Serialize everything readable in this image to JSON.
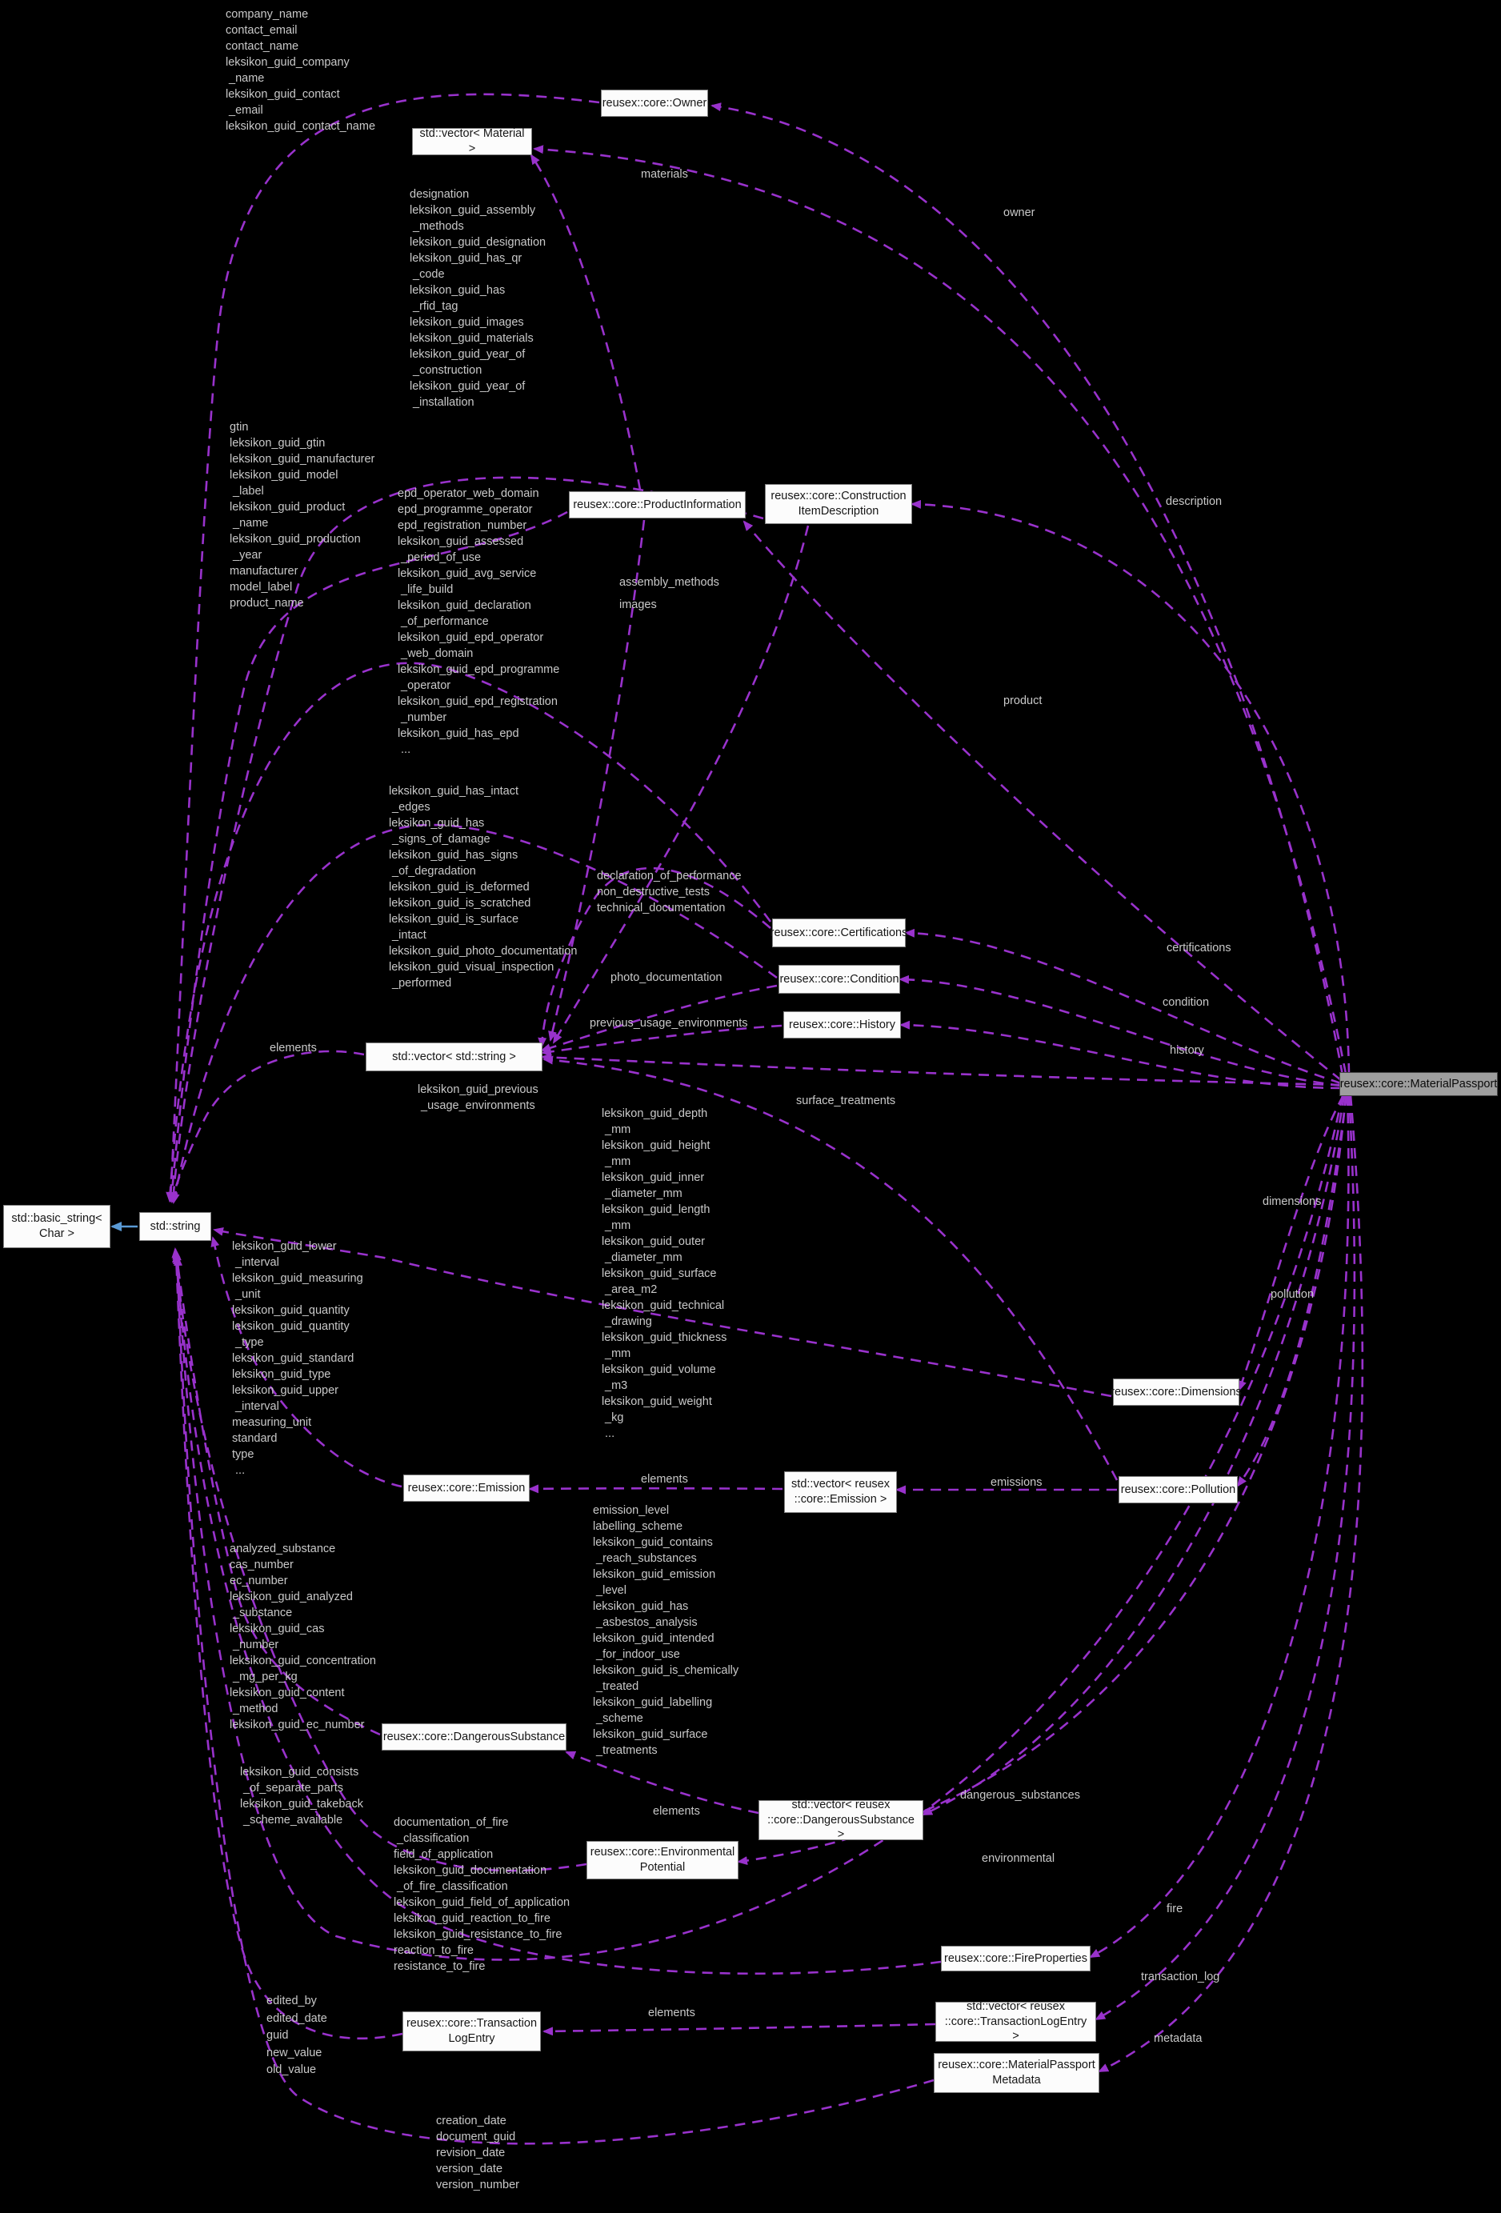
{
  "diagram": {
    "kind": "collaboration-graph",
    "colors": {
      "background": "#000000",
      "usage_edge": "#9932cc",
      "inheritance_edge": "#5a9ad5",
      "node_fill": "#fcfcfc",
      "main_node_fill": "#9e9e9e",
      "label_text": "#c9c9c9"
    },
    "nodes": {
      "material_passport": {
        "label": "reusex::core::MaterialPassport"
      },
      "owner": {
        "label": "reusex::core::Owner"
      },
      "vector_material": {
        "label": "std::vector< Material >"
      },
      "product_info": {
        "label": "reusex::core::ProductInformation"
      },
      "construction": {
        "label": "reusex::core::Construction\nItemDescription"
      },
      "certifications": {
        "label": "reusex::core::Certifications"
      },
      "condition": {
        "label": "reusex::core::Condition"
      },
      "history": {
        "label": "reusex::core::History"
      },
      "vector_string": {
        "label": "std::vector< std::string >"
      },
      "basic_string": {
        "label": "std::basic_string<\nChar >"
      },
      "std_string": {
        "label": "std::string"
      },
      "dimensions": {
        "label": "reusex::core::Dimensions"
      },
      "pollution": {
        "label": "reusex::core::Pollution"
      },
      "emission": {
        "label": "reusex::core::Emission"
      },
      "vector_emission": {
        "label": "std::vector< reusex\n::core::Emission >"
      },
      "dangerous": {
        "label": "reusex::core::DangerousSubstance"
      },
      "vector_dangerous": {
        "label": "std::vector< reusex\n::core::DangerousSubstance >"
      },
      "environmental": {
        "label": "reusex::core::Environmental\nPotential"
      },
      "fire_properties": {
        "label": "reusex::core::FireProperties"
      },
      "vector_translog": {
        "label": "std::vector< reusex\n::core::TransactionLogEntry >"
      },
      "translog": {
        "label": "reusex::core::Transaction\nLogEntry"
      },
      "metadata": {
        "label": "reusex::core::MaterialPassport\nMetadata"
      }
    },
    "edge_labels": {
      "members_owner": {
        "text": "company_name\ncontact_email\ncontact_name\nleksikon_guid_company\n _name\nleksikon_guid_contact\n _email\nleksikon_guid_contact_name"
      },
      "members_construction": {
        "text": "designation\nleksikon_guid_assembly\n _methods\nleksikon_guid_designation\nleksikon_guid_has_qr\n _code\nleksikon_guid_has\n _rfid_tag\nleksikon_guid_images\nleksikon_guid_materials\nleksikon_guid_year_of\n _construction\nleksikon_guid_year_of\n _installation"
      },
      "members_product": {
        "text": "gtin\nleksikon_guid_gtin\nleksikon_guid_manufacturer\nleksikon_guid_model\n _label\nleksikon_guid_product\n _name\nleksikon_guid_production\n _year\nmanufacturer\nmodel_label\nproduct_name"
      },
      "members_epd": {
        "text": "epd_operator_web_domain\nepd_programme_operator\nepd_registration_number\nleksikon_guid_assessed\n _period_of_use\nleksikon_guid_avg_service\n _life_build\nleksikon_guid_declaration\n _of_performance\nleksikon_guid_epd_operator\n _web_domain\nleksikon_guid_epd_programme\n _operator\nleksikon_guid_epd_registration\n _number\nleksikon_guid_has_epd\n ..."
      },
      "members_condition": {
        "text": "leksikon_guid_has_intact\n _edges\nleksikon_guid_has\n _signs_of_damage\nleksikon_guid_has_signs\n _of_degradation\nleksikon_guid_is_deformed\nleksikon_guid_is_scratched\nleksikon_guid_is_surface\n _intact\nleksikon_guid_photo_documentation\nleksikon_guid_visual_inspection\n _performed"
      },
      "members_certs_vec": {
        "text": "declaration_of_performance\nnon_destructive_tests\ntechnical_documentation"
      },
      "photo_documentation": {
        "text": "photo_documentation"
      },
      "previous_usage": {
        "text": "previous_usage_environments"
      },
      "elements_string": {
        "text": "elements"
      },
      "guid_previous": {
        "text": "leksikon_guid_previous\n _usage_environments"
      },
      "members_dimensions": {
        "text": "leksikon_guid_depth\n _mm\nleksikon_guid_height\n _mm\nleksikon_guid_inner\n _diameter_mm\nleksikon_guid_length\n _mm\nleksikon_guid_outer\n _diameter_mm\nleksikon_guid_surface\n _area_m2\nleksikon_guid_technical\n _drawing\nleksikon_guid_thickness\n _mm\nleksikon_guid_volume\n _m3\nleksikon_guid_weight\n _kg\n ..."
      },
      "surface_treatments": {
        "text": "surface_treatments"
      },
      "members_emission": {
        "text": "leksikon_guid_lower\n _interval\nleksikon_guid_measuring\n _unit\nleksikon_guid_quantity\nleksikon_guid_quantity\n _type\nleksikon_guid_standard\nleksikon_guid_type\nleksikon_guid_upper\n _interval\nmeasuring_unit\nstandard\ntype\n ..."
      },
      "members_pollution": {
        "text": "emission_level\nlabelling_scheme\nleksikon_guid_contains\n _reach_substances\nleksikon_guid_emission\n _level\nleksikon_guid_has\n _asbestos_analysis\nleksikon_guid_intended\n _for_indoor_use\nleksikon_guid_is_chemically\n _treated\nleksikon_guid_labelling\n _scheme\nleksikon_guid_surface\n _treatments"
      },
      "members_dangerous": {
        "text": "analyzed_substance\ncas_number\nec_number\nleksikon_guid_analyzed\n _substance\nleksikon_guid_cas\n _number\nleksikon_guid_concentration\n _mg_per_kg\nleksikon_guid_content\n _method\nleksikon_guid_ec_number"
      },
      "members_consists": {
        "text": "leksikon_guid_consists\n _of_separate_parts\nleksikon_guid_takeback\n _scheme_available"
      },
      "members_fire": {
        "text": "documentation_of_fire\n _classification\nfield_of_application\nleksikon_guid_documentation\n _of_fire_classification\nleksikon_guid_field_of_application\nleksikon_guid_reaction_to_fire\nleksikon_guid_resistance_to_fire\nreaction_to_fire\nresistance_to_fire"
      },
      "members_translog": {
        "text": "edited_by\nedited_date\nguid\nnew_value\nold_value"
      },
      "members_metadata": {
        "text": "creation_date\ndocument_guid\nrevision_date\nversion_date\nversion_number"
      },
      "materials": {
        "text": "materials"
      },
      "owner": {
        "text": "owner"
      },
      "description": {
        "text": "description"
      },
      "product": {
        "text": "product"
      },
      "assembly_methods": {
        "text": "assembly_methods"
      },
      "images": {
        "text": "images"
      },
      "certifications": {
        "text": "certifications"
      },
      "condition": {
        "text": "condition"
      },
      "history": {
        "text": "history"
      },
      "dimensions": {
        "text": "dimensions"
      },
      "pollution": {
        "text": "pollution"
      },
      "emissions": {
        "text": "emissions"
      },
      "elements_emission": {
        "text": "elements"
      },
      "dangerous_substances": {
        "text": "dangerous_substances"
      },
      "elements_dangerous": {
        "text": "elements"
      },
      "environmental": {
        "text": "environmental"
      },
      "fire": {
        "text": "fire"
      },
      "transaction_log": {
        "text": "transaction_log"
      },
      "metadata": {
        "text": "metadata"
      },
      "elements_translog": {
        "text": "elements"
      }
    }
  }
}
